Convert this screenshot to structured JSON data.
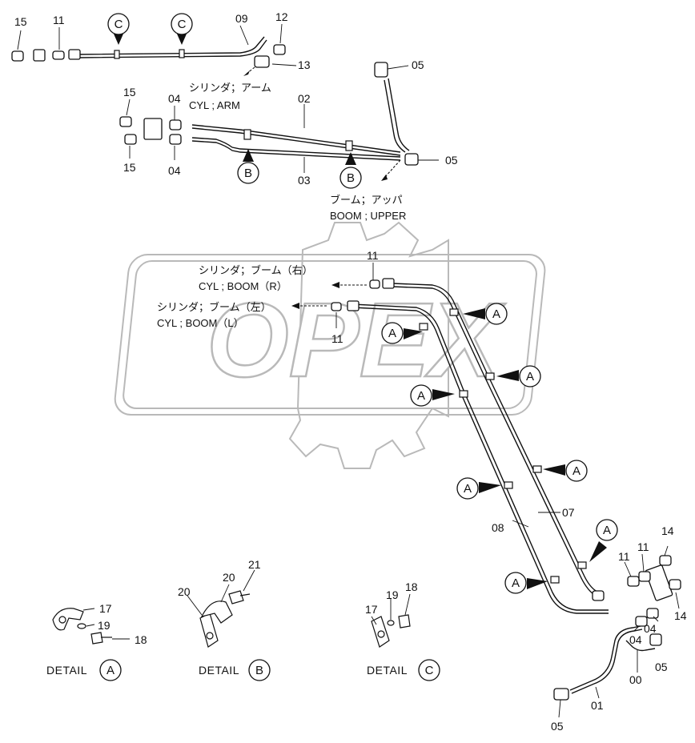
{
  "watermark": {
    "text": "OPEX"
  },
  "callout_letters": {
    "a": "A",
    "b": "B",
    "c": "C"
  },
  "part_numbers": {
    "p00": "00",
    "p01": "01",
    "p02": "02",
    "p03": "03",
    "p04": "04",
    "p05": "05",
    "p07": "07",
    "p08": "08",
    "p09": "09",
    "p11": "11",
    "p12": "12",
    "p13": "13",
    "p14": "14",
    "p15": "15",
    "p17": "17",
    "p18": "18",
    "p19": "19",
    "p20": "20",
    "p21": "21"
  },
  "destinations": {
    "cyl_arm_jp": "シリンダ；アーム",
    "cyl_arm_en": "CYL ; ARM",
    "boom_upper_jp": "ブーム；アッパ",
    "boom_upper_en": "BOOM ; UPPER",
    "cyl_boom_r_jp": "シリンダ；ブーム（右）",
    "cyl_boom_r_en": "CYL ; BOOM（R）",
    "cyl_boom_l_jp": "シリンダ；ブーム（左）",
    "cyl_boom_l_en": "CYL ; BOOM（L）"
  },
  "details": {
    "label": "DETAIL",
    "a": "A",
    "b": "B",
    "c": "C"
  },
  "colors": {
    "ink": "#111111",
    "watermark": "#b9b9b9",
    "paper": "#ffffff"
  }
}
